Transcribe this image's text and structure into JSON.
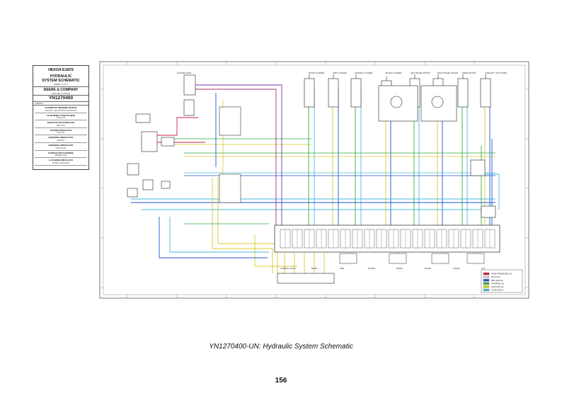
{
  "title_block": {
    "model": "HEXOA E18ZS",
    "title_line1": "HYDRAULIC",
    "title_line2": "SYSTEM SCHEMATIC",
    "sub1": "SHEET 1 OF 1",
    "company": "DEERE & COMPANY",
    "sub2": "MOLINE, ILLINOIS",
    "drawing_number": "YN1270400",
    "revision": "AJ90071",
    "languages": [
      {
        "heading": "SCHEMATIC DRAWING NOTICE",
        "body": "ENGLISH - SEE CAPTION FOR DETAILS"
      },
      {
        "heading": "LE SCHEMA HYDRAULIQUE",
        "body": "FRANCAIS"
      },
      {
        "heading": "SCHALTPLAN HYDRAULIK",
        "body": "DEUTSCH"
      },
      {
        "heading": "SCHEMA IDRAULICO",
        "body": "ITALIANO"
      },
      {
        "heading": "ESQUEMA HIDRAULICO",
        "body": "ESPANOL"
      },
      {
        "heading": "ESQUEMA HIDRAULICO",
        "body": "PORTUGUES"
      },
      {
        "heading": "HYDRAULISCH SCHEMA",
        "body": "NEDERLANDS"
      },
      {
        "heading": "IL SCHEMA IDRAULICO",
        "body": "OTHER LANGUAGES"
      }
    ]
  },
  "schematic": {
    "legend": [
      {
        "label": "PUMP PRESSURE OIL",
        "color": "#cc2244"
      },
      {
        "label": "PILOT OIL",
        "color": "#e6c8e0"
      },
      {
        "label": "RETURN OIL",
        "color": "#2255cc"
      },
      {
        "label": "TRAPPED OIL",
        "color": "#33aa44"
      },
      {
        "label": "SUCTION OIL",
        "color": "#cccc22"
      },
      {
        "label": "CASE DRAIN",
        "color": "#44bbdd"
      }
    ],
    "top_labels": [
      "ACCUMULATOR",
      "BOOM CYLINDER",
      "ARM CYLINDER",
      "BUCKET CYLINDER",
      "BLADE CYLINDER",
      "LEFT TRAVEL MOTOR",
      "RIGHT TRAVEL MOTOR",
      "SWING MOTOR",
      "AUXILIARY",
      "PILOT PUMP"
    ],
    "valve_labels": [
      "CONTROL VALVE",
      "BOOM",
      "ARM",
      "BUCKET",
      "SWING",
      "BLADE",
      "TRAVEL",
      "AUX"
    ],
    "colors": {
      "pressure": "#cc2244",
      "pilot": "#a03070",
      "return": "#2255cc",
      "drain": "#44bbdd",
      "suction": "#d8c830",
      "trapped": "#33aa44",
      "purple": "#7733aa",
      "black": "#222222"
    }
  },
  "caption": "YN1270400-UN: Hydraulic System Schematic",
  "page_number": "156"
}
